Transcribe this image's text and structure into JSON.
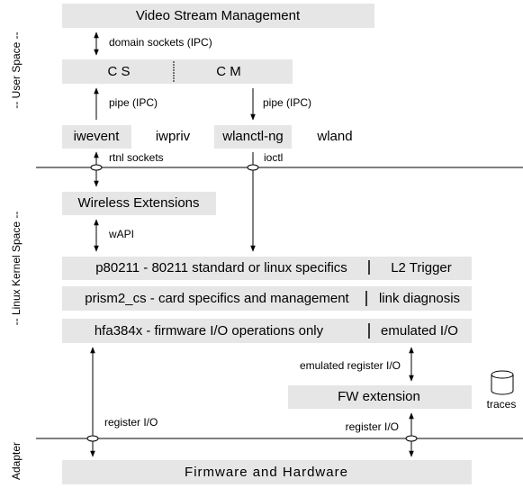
{
  "side_labels": {
    "user_space": "-- User Space --",
    "kernel_space": "-- Linux Kernel Space --",
    "adapter": "Adapter"
  },
  "boxes": {
    "video_stream": "Video Stream Management",
    "cs": "C S",
    "cm": "C M",
    "iwevent": "iwevent",
    "iwpriv": "iwpriv",
    "wlanctl": "wlanctl-ng",
    "wland": "wland",
    "wireless_ext": "Wireless Extensions",
    "p80211": "p80211 - 80211 standard or linux specifics",
    "l2_trigger": "L2 Trigger",
    "prism2": "prism2_cs - card specifics and management",
    "link_diag": "link diagnosis",
    "hfa384x": "hfa384x - firmware I/O operations only",
    "emulated_io": "emulated I/O",
    "fw_ext": "FW extension",
    "firmware": "Firmware and Hardware"
  },
  "labels": {
    "domain_sockets": "domain sockets (IPC)",
    "pipe_left": "pipe (IPC)",
    "pipe_right": "pipe (IPC)",
    "rtnl": "rtnl sockets",
    "ioctl": "ioctl",
    "wapi": "wAPI",
    "emulated_reg": "emulated register I/O",
    "reg_left": "register I/O",
    "reg_right": "register I/O",
    "traces": "traces"
  }
}
